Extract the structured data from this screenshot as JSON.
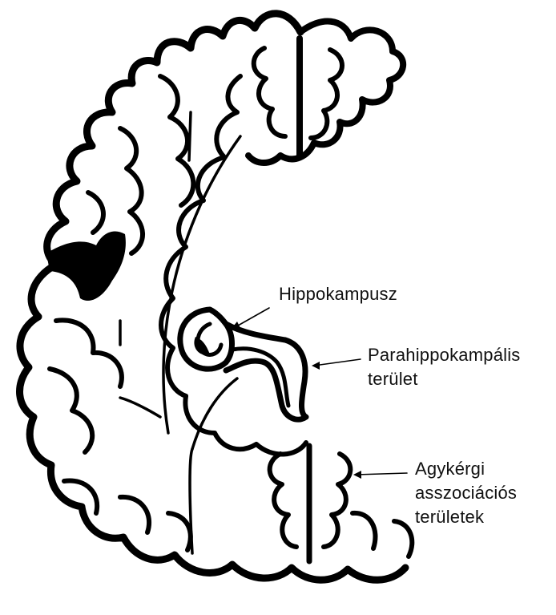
{
  "labels": {
    "hippocampus": "Hippokampusz",
    "parahippocampal": [
      "Parahippokampális",
      "terület"
    ],
    "association": [
      "Agykérgi",
      "asszociációs",
      "területek"
    ]
  },
  "colors": {
    "ink": "#000000",
    "paper": "#ffffff"
  }
}
